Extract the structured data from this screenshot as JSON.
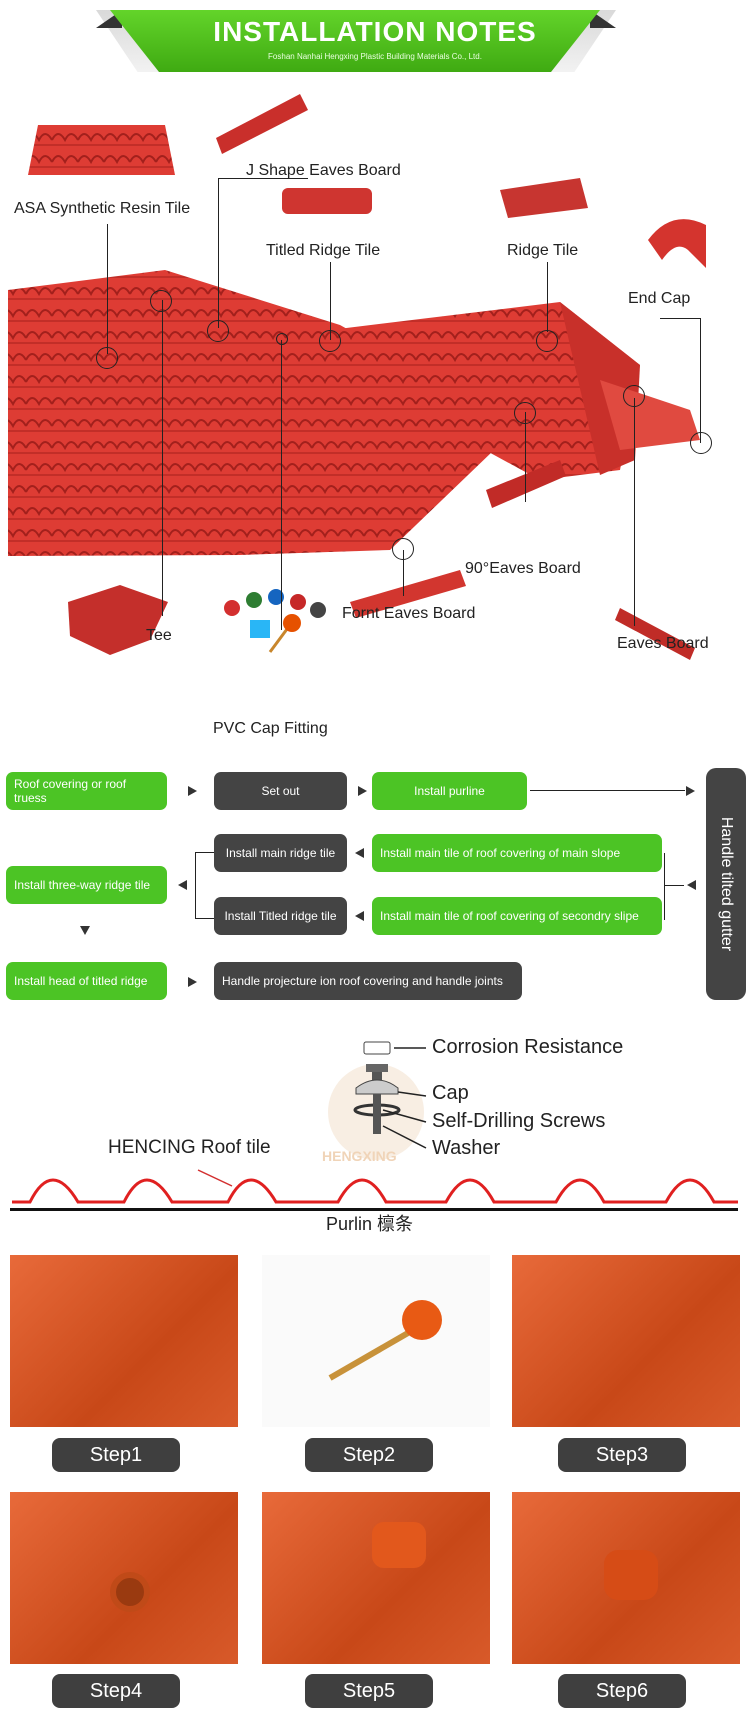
{
  "banner": {
    "title": "INSTALLATION NOTES",
    "subtitle": "Foshan Nanhai Hengxing Plastic Building Materials Co., Ltd."
  },
  "diagram_labels": {
    "asa": "ASA Synthetic Resin Tile",
    "j_shape": "J Shape Eaves Board",
    "titled_ridge": "Titled Ridge Tile",
    "ridge": "Ridge Tile",
    "end_cap": "End Cap",
    "eaves_90": "90°Eaves Board",
    "front_eaves": "Fornt Eaves Board",
    "eaves_board": "Eaves Board",
    "tee": "Tee",
    "pvc_cap": "PVC Cap Fitting"
  },
  "flow": {
    "roof_covering": "Roof covering or roof truess",
    "set_out": "Set out",
    "install_purline": "Install purline",
    "handle_gutter": "Handle tilted gutter",
    "install_main_ridge": "Install main ridge tile",
    "main_slope": "Install main tile of roof covering of main slope",
    "three_way": "Install three-way ridge tile",
    "titled_ridge": "Install Titled ridge tile",
    "secondary_slope": "Install main tile of roof covering of secondry slipe",
    "head_titled": "Install head of titled ridge",
    "projecture": "Handle projecture ion roof covering and handle joints"
  },
  "screw": {
    "corrosion": "Corrosion Resistance",
    "cap": "Cap",
    "screws": "Self-Drilling Screws",
    "washer": "Washer",
    "roof_tile": "HENCING Roof tile",
    "purlin": "Purlin 檩条",
    "watermark": "HENGXING"
  },
  "steps": [
    "Step1",
    "Step2",
    "Step3",
    "Step4",
    "Step5",
    "Step6"
  ],
  "colors": {
    "green": "#4cc425",
    "dark": "#444444",
    "tile_red": "#d93a32"
  }
}
